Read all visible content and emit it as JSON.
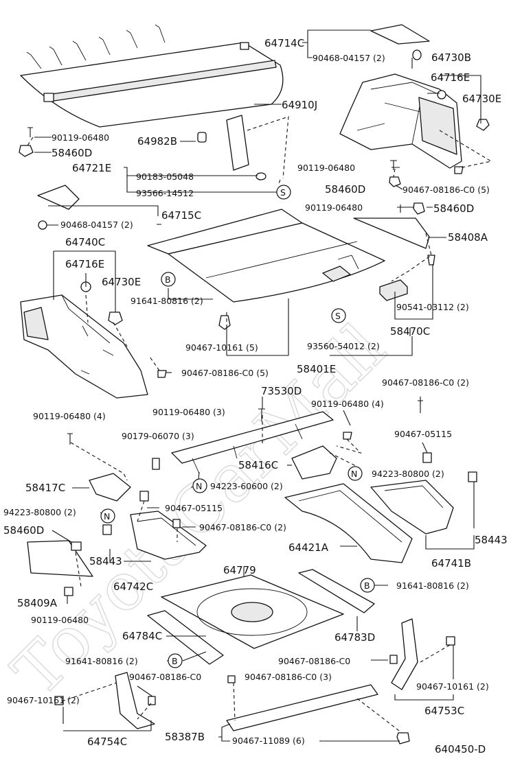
{
  "watermark": "ToyotaCarMall",
  "diagram_code": "640450-D",
  "labels": {
    "l64714C": "64714C",
    "l90468_a": "90468-04157 (2)",
    "l64730B": "64730B",
    "l64716E_r": "64716E",
    "l64730E_r": "64730E",
    "l64910J": "64910J",
    "l90119_a": "90119-06480",
    "l58460D_a": "58460D",
    "l64982B": "64982B",
    "l64721E": "64721E",
    "l90183": "90183-05048",
    "l93566": "93566-14512",
    "l90119_b": "90119-06480",
    "l58460D_b": "58460D",
    "l90467_r1": "90467-08186-C0 (5)",
    "l90119_c": "90119-06480",
    "l58460D_c": "58460D",
    "l64715C": "64715C",
    "l90468_b": "90468-04157 (2)",
    "l58408A": "58408A",
    "l64740C": "64740C",
    "l64716E_l": "64716E",
    "l64730E_l": "64730E",
    "l91641_a": "91641-80816 (2)",
    "l90541": "90541-03112 (2)",
    "l58470C": "58470C",
    "l90467_10161_a": "90467-10161 (5)",
    "l93560": "93560-54012 (2)",
    "l58401E": "58401E",
    "l90467_l1": "90467-08186-C0 (5)",
    "l73530D": "73530D",
    "l90119_3": "90119-06480 (3)",
    "l90119_4a": "90119-06480 (4)",
    "l90467_c0_2": "90467-08186-C0 (2)",
    "l90119_4b": "90119-06480 (4)",
    "l90179": "90179-06070 (3)",
    "l90467_05115_a": "90467-05115",
    "l58416C": "58416C",
    "l94223_80800_r": "94223-80800 (2)",
    "l94223_60600": "94223-60600 (2)",
    "l58417C": "58417C",
    "l94223_80800_l": "94223-80800 (2)",
    "l90467_05115_b": "90467-05115",
    "l58460D_d": "58460D",
    "l90467_c0_2b": "90467-08186-C0 (2)",
    "l64421A": "64421A",
    "l58443_r": "58443",
    "l58443_l": "58443",
    "l64741B": "64741B",
    "l64742C": "64742C",
    "l64779": "64779",
    "l58409A": "58409A",
    "l90119_d": "90119-06480",
    "l91641_b": "91641-80816 (2)",
    "l64784C": "64784C",
    "l64783D": "64783D",
    "l91641_c": "91641-80816 (2)",
    "l90467_c0_single": "90467-08186-C0",
    "l90467_c0_a": "90467-08186-C0",
    "l90467_c0_3": "90467-08186-C0 (3)",
    "l90467_10161_b": "90467-10161 (2)",
    "l90467_10161_c": "90467-10161 (2)",
    "l64753C": "64753C",
    "l64754C": "64754C",
    "l58387B": "58387B",
    "l90467_11089": "90467-11089 (6)"
  },
  "symbols": {
    "S": "S",
    "B": "B",
    "N": "N"
  }
}
